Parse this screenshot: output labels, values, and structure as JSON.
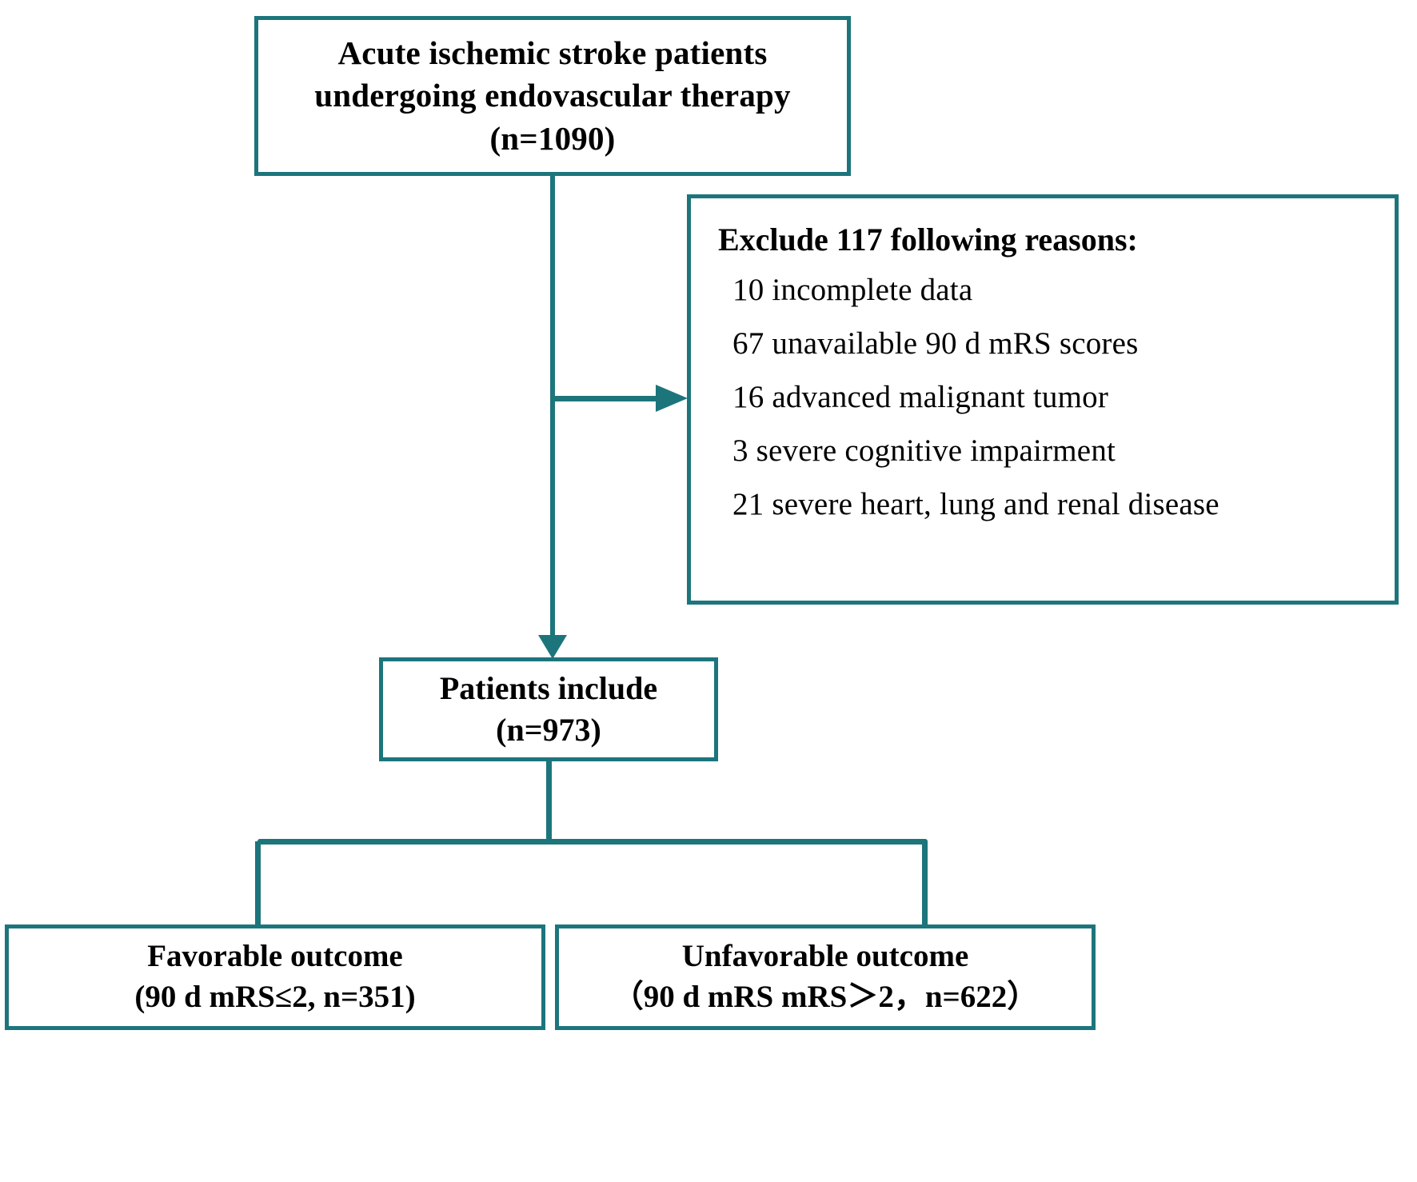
{
  "diagram": {
    "title": "Patient selection flowchart",
    "accent_color": "#1d757c",
    "text_color": "#000000",
    "background_color": "#ffffff"
  },
  "nodes": {
    "enrolled": {
      "line1": "Acute ischemic stroke patients",
      "line2": "undergoing endovascular therapy",
      "line3": "(n=1090)"
    },
    "exclusions": {
      "title": "Exclude 117 following reasons:",
      "items": [
        "10 incomplete data",
        "67 unavailable 90 d mRS scores",
        "16 advanced malignant tumor",
        " 3  severe cognitive impairment",
        "21 severe heart, lung and renal disease"
      ]
    },
    "included": {
      "line1": "Patients include",
      "line2": "(n=973)"
    },
    "favorable": {
      "line1": "Favorable outcome",
      "line2": "(90 d mRS≤2, n=351)"
    },
    "unfavorable": {
      "line1": "Unfavorable outcome",
      "line2": "（90 d mRS mRS＞2，n=622）"
    }
  }
}
